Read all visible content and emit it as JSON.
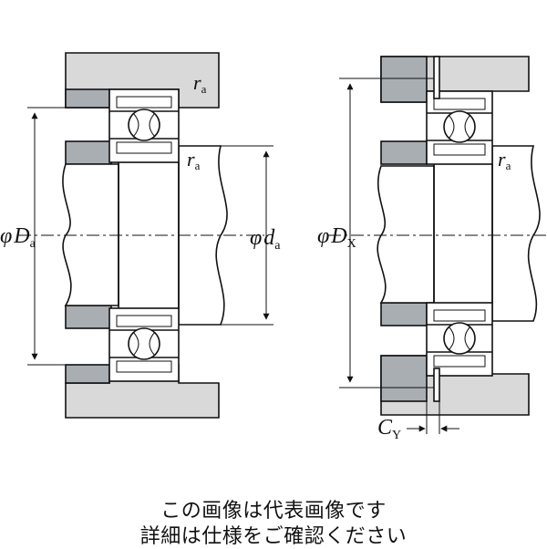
{
  "colors": {
    "housing": "#d9d9d9",
    "shoulder": "#a9aeb3",
    "line": "#111111"
  },
  "left_figure": {
    "corner_radius_top": {
      "symbol": "r",
      "subscript": "a"
    },
    "corner_radius_shaft": {
      "symbol": "r",
      "subscript": "a"
    },
    "housing_diameter": {
      "prefix": "φ",
      "symbol": "D",
      "subscript": "a"
    },
    "shaft_diameter": {
      "prefix": "φ",
      "symbol": "d",
      "subscript": "a"
    }
  },
  "right_figure": {
    "corner_radius_shaft": {
      "symbol": "r",
      "subscript": "a"
    },
    "snap_ring_diameter": {
      "prefix": "φ",
      "symbol": "D",
      "subscript": "X"
    },
    "clearance": {
      "symbol": "C",
      "subscript": "Y"
    }
  },
  "caption": {
    "line1": "この画像は代表画像です",
    "line2": "詳細は仕様をご確認ください"
  }
}
